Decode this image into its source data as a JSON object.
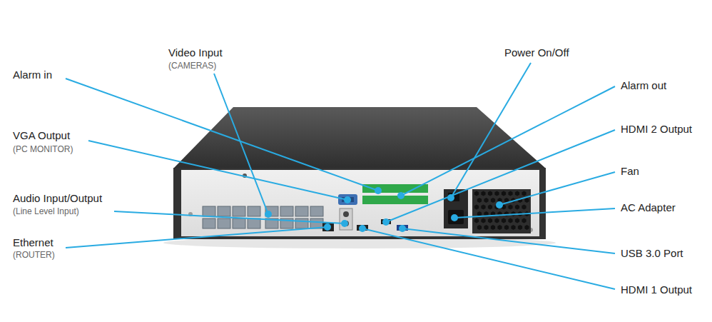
{
  "diagram": {
    "labels": [
      "Video Input",
      "(CAMERAS)",
      "Alarm in",
      "VGA Output",
      "(PC MONITOR)",
      "Audio Input/Output",
      "(Line Level Input)",
      "Ethernet",
      "(ROUTER)",
      "Power On/Off",
      "Alarm out",
      "HDMI 2 Output",
      "Fan",
      "AC Adapter",
      "USB 3.0 Port",
      "HDMI 1 Output"
    ]
  }
}
